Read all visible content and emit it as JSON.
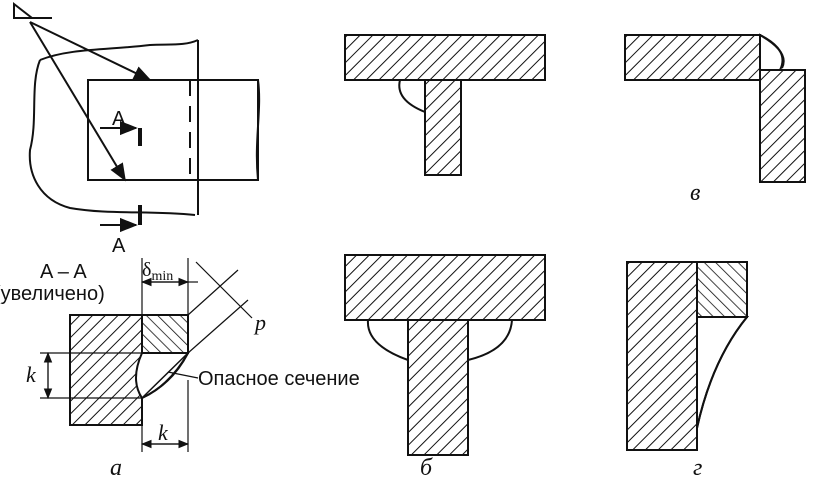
{
  "section_view": {
    "marker_top": "A",
    "marker_bottom": "A",
    "title_line1": "A – A",
    "title_line2": "(увеличено)"
  },
  "dimensions": {
    "delta": "δ",
    "delta_sub": "min",
    "p": "p",
    "k_vertical": "k",
    "k_horizontal": "k"
  },
  "callout": "Опасное сечение",
  "captions": {
    "a": "а",
    "b": "б",
    "v": "в",
    "g": "г"
  },
  "colors": {
    "ink": "#111111",
    "paper": "#ffffff"
  }
}
